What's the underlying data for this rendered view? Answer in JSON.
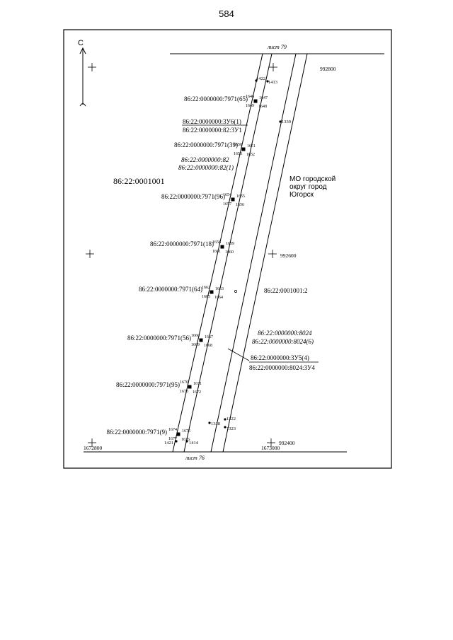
{
  "page_number": "584",
  "north_label": "С",
  "sheet_top": "лист 79",
  "sheet_bottom": "лист 76",
  "block_label": "86:22:0001001",
  "municipality_label": [
    "МО городской",
    "округ город",
    "Югорск"
  ],
  "parcel_label_right": "86:22:0000000:3У5(4)",
  "parcel_label_right_sub": "86:22:0000000:8024:3У4",
  "parcel_label_right_it1": "86:22:0000000:8024",
  "parcel_label_right_it2": "86:22:0000000:8024(6)",
  "parcel_label_right_mid": "86:22:0001001:2",
  "zu_top": "86:22:0000000:3У6(1)",
  "zu_bottom": "86:22:0000000:82:3У1",
  "italic_82": "86:22:0000000:82",
  "italic_82_1": "86:22:0000000:82(1)",
  "grid": {
    "y_top": "992800",
    "y_mid": "992600",
    "y_bot": "992400",
    "x_left": "1672800",
    "x_right": "1673000"
  },
  "parts": [
    {
      "label": "86:22:0000000:7971(65)",
      "pts": [
        "1646",
        "1647",
        "1649",
        "1648"
      ]
    },
    {
      "label": "86:22:0000000:7971(39)",
      "pts": [
        "1650",
        "1651",
        "1653",
        "1652"
      ]
    },
    {
      "label": "86:22:0000000:7971(96)",
      "pts": [
        "1654",
        "1655",
        "1657",
        "1656"
      ]
    },
    {
      "label": "86:22:0000000:7971(18)",
      "pts": [
        "1658",
        "1659",
        "1661",
        "1660"
      ]
    },
    {
      "label": "86:22:0000000:7971(64)",
      "pts": [
        "1662",
        "1663",
        "1665",
        "1664"
      ]
    },
    {
      "label": "86:22:0000000:7971(56)",
      "pts": [
        "1666",
        "1667",
        "1669",
        "1668"
      ]
    },
    {
      "label": "86:22:0000000:7971(95)",
      "pts": [
        "1670",
        "1671",
        "1673",
        "1672"
      ]
    },
    {
      "label": "86:22:0000000:7971(9)",
      "pts": [
        "1674",
        "1675",
        "1677",
        "1676"
      ]
    }
  ],
  "points": {
    "p1422": "1422",
    "p1413": "1413",
    "p1339": "1339",
    "p1322": "1322",
    "p1323": "1323",
    "p1338": "1338",
    "p1421": "1421",
    "p1414": "1414"
  }
}
